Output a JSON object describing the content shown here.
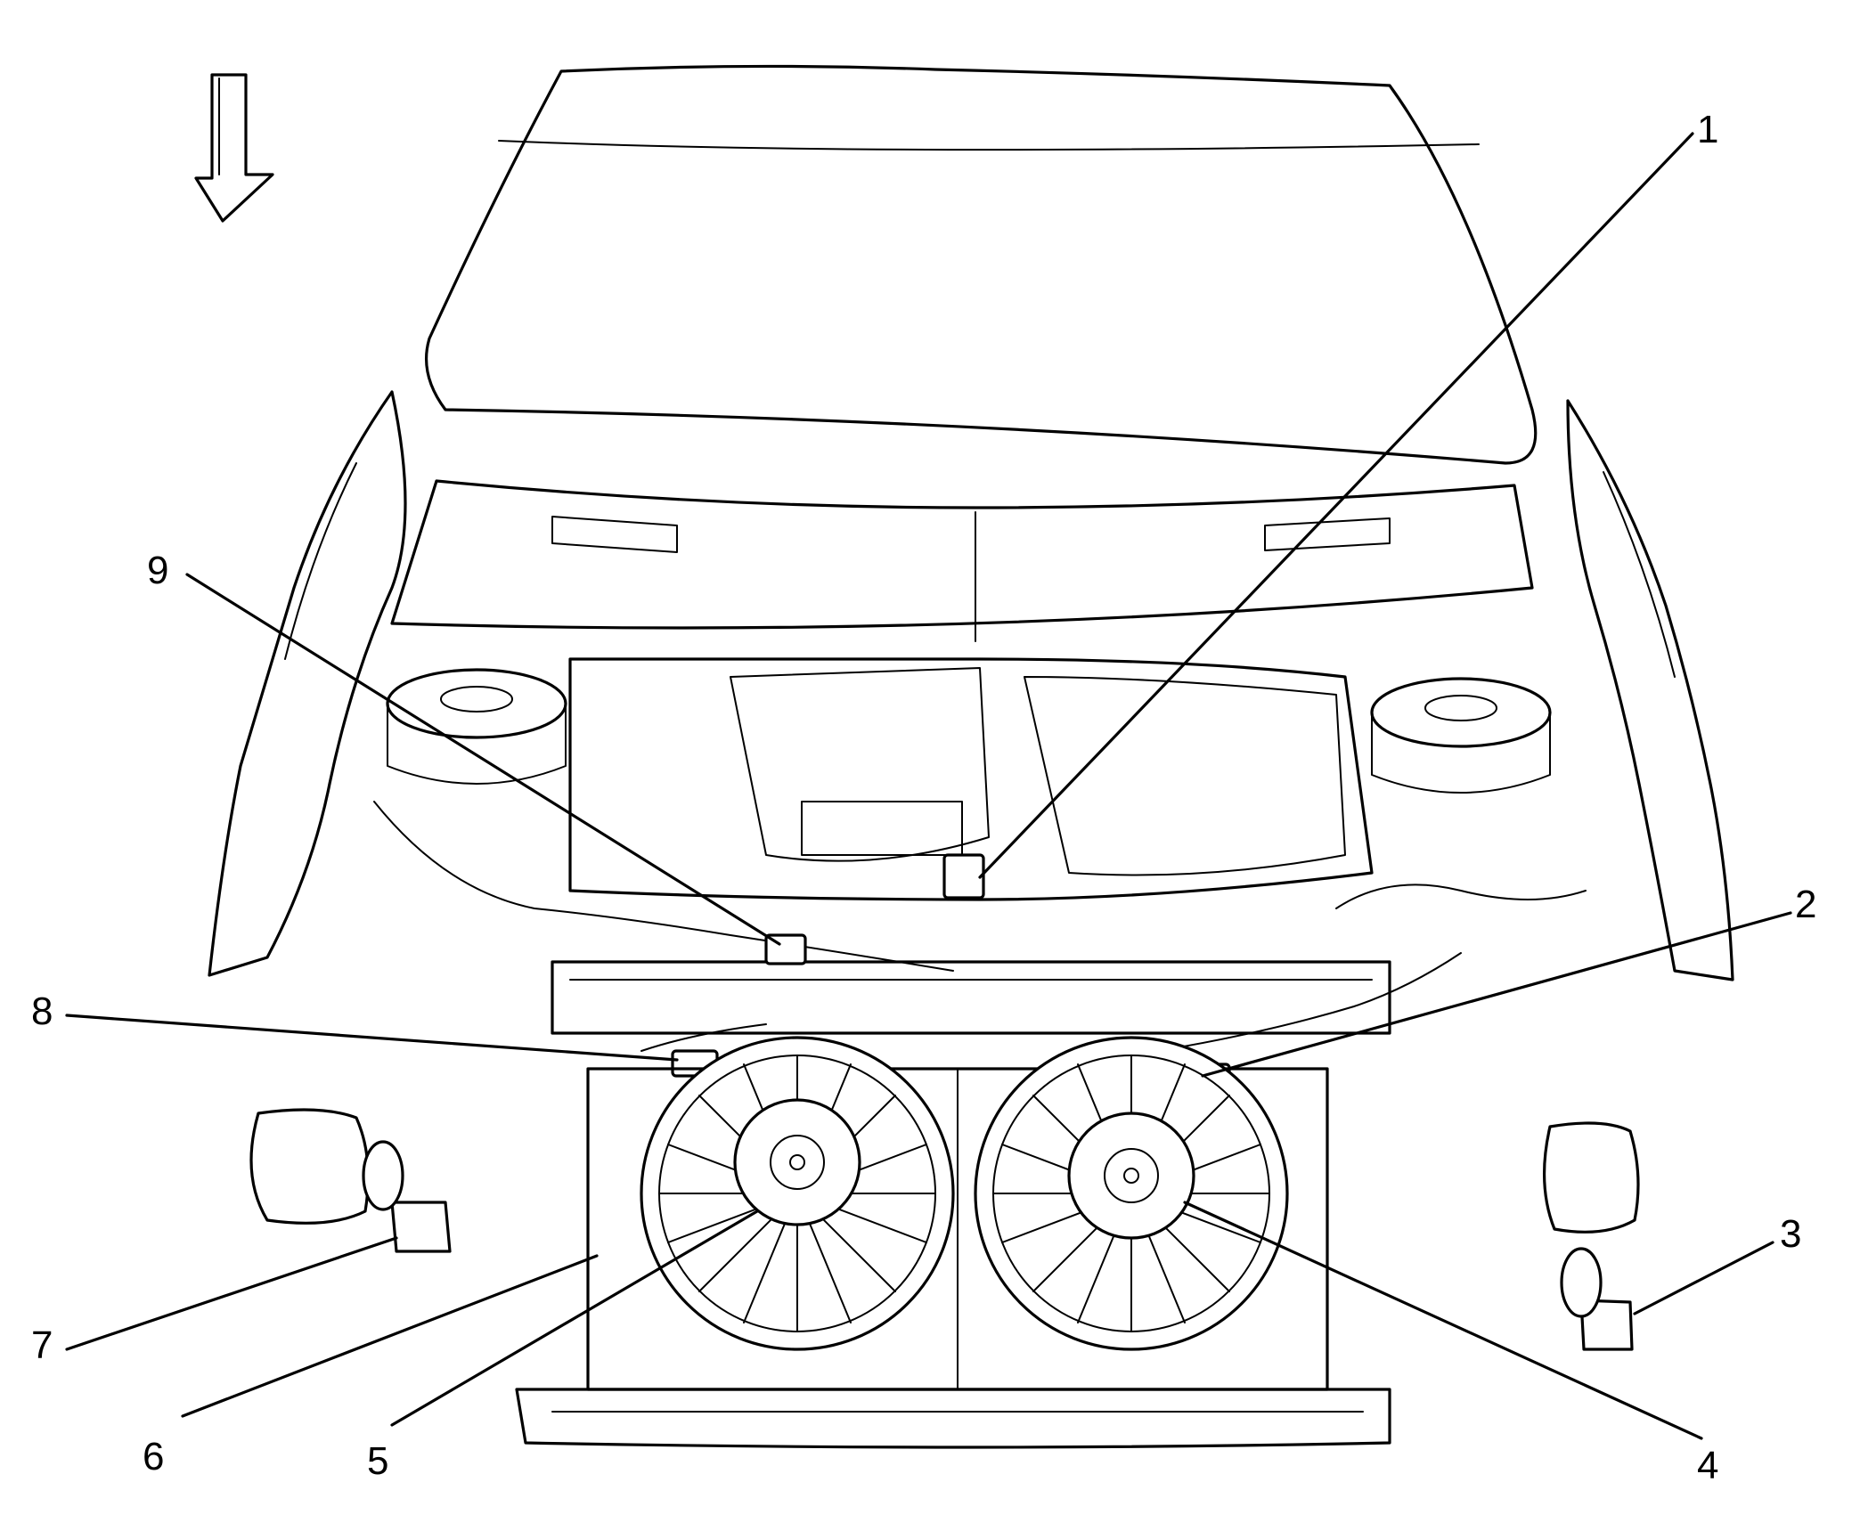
{
  "diagram": {
    "callouts": [
      {
        "id": "callout-1",
        "text": "1"
      },
      {
        "id": "callout-2",
        "text": "2"
      },
      {
        "id": "callout-3",
        "text": "3"
      },
      {
        "id": "callout-4",
        "text": "4"
      },
      {
        "id": "callout-5",
        "text": "5"
      },
      {
        "id": "callout-6",
        "text": "6"
      },
      {
        "id": "callout-7",
        "text": "7"
      },
      {
        "id": "callout-8",
        "text": "8"
      },
      {
        "id": "callout-9",
        "text": "9"
      }
    ]
  }
}
